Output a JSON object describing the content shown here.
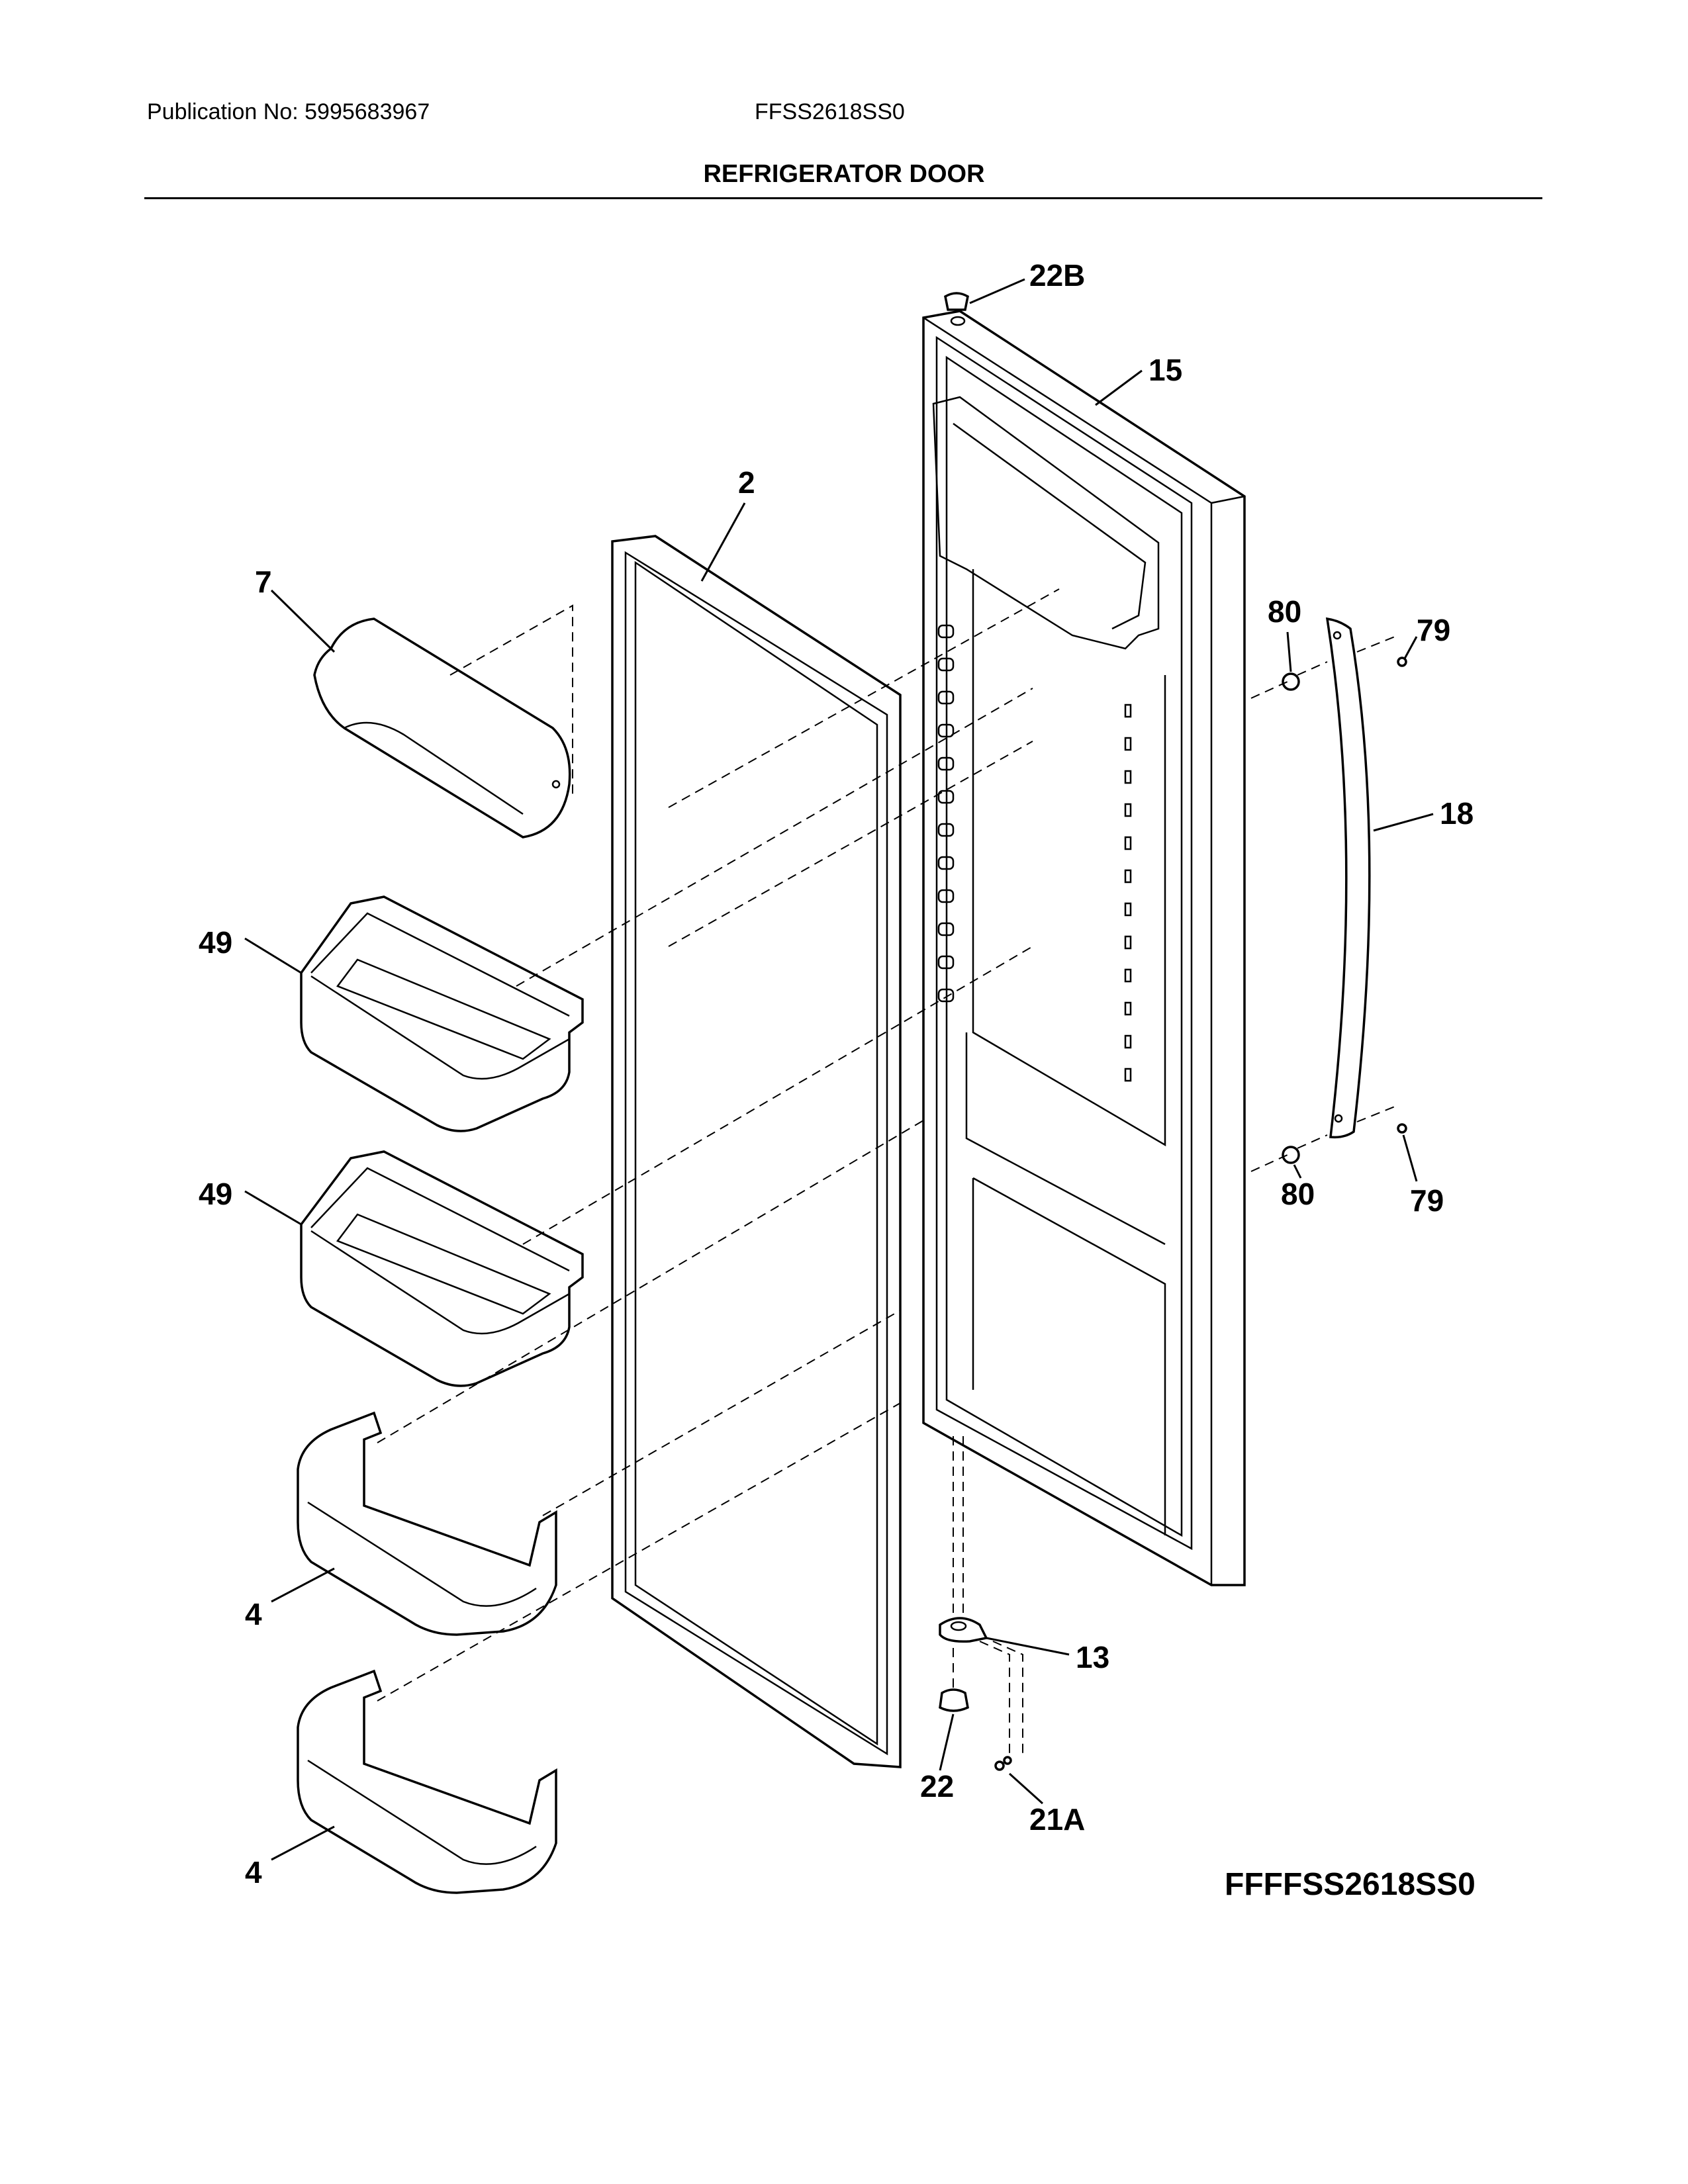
{
  "header": {
    "publication": "Publication No: 5995683967",
    "model": "FFSS2618SS0",
    "section_title": "REFRIGERATOR DOOR"
  },
  "diagram_code": "FFFFSS2618SS0",
  "callouts": {
    "c22B": "22B",
    "c15": "15",
    "c2": "2",
    "c7": "7",
    "c80a": "80",
    "c79a": "79",
    "c18": "18",
    "c49a": "49",
    "c80b": "80",
    "c79b": "79",
    "c49b": "49",
    "c4a": "4",
    "c13": "13",
    "c22": "22",
    "c21A": "21A",
    "c4b": "4"
  }
}
